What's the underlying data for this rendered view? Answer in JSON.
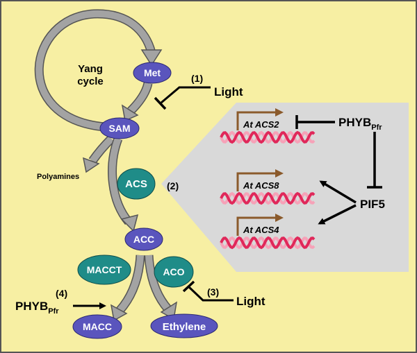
{
  "cycle": {
    "title_line1": "Yang",
    "title_line2": "cycle"
  },
  "nodes": {
    "met": "Met",
    "sam": "SAM",
    "acs": "ACS",
    "acc": "ACC",
    "macct": "MACCT",
    "aco": "ACO",
    "macc": "MACC",
    "ethylene": "Ethylene"
  },
  "labels": {
    "polyamines": "Polyamines",
    "step1": "(1)",
    "step2": "(2)",
    "step3": "(3)",
    "step4": "(4)",
    "light_top": "Light",
    "light_bottom": "Light",
    "phyb": "PHYB",
    "phyb_sub": "Pfr",
    "phyb_inset": "PHYB",
    "phyb_inset_sub": "Pfr",
    "pif5": "PIF5"
  },
  "genes": [
    "At ACS2",
    "At ACS8",
    "At ACS4"
  ],
  "colors": {
    "background": "#F7EFA3",
    "purple": "#5A55BD",
    "teal": "#1F8C88",
    "inset": "#D9D9D9",
    "arrow_gray": "#9A9A9A",
    "brown": "#8B5A2B",
    "dna_red": "#E0285A",
    "dna_pink": "#F6A2B8"
  }
}
